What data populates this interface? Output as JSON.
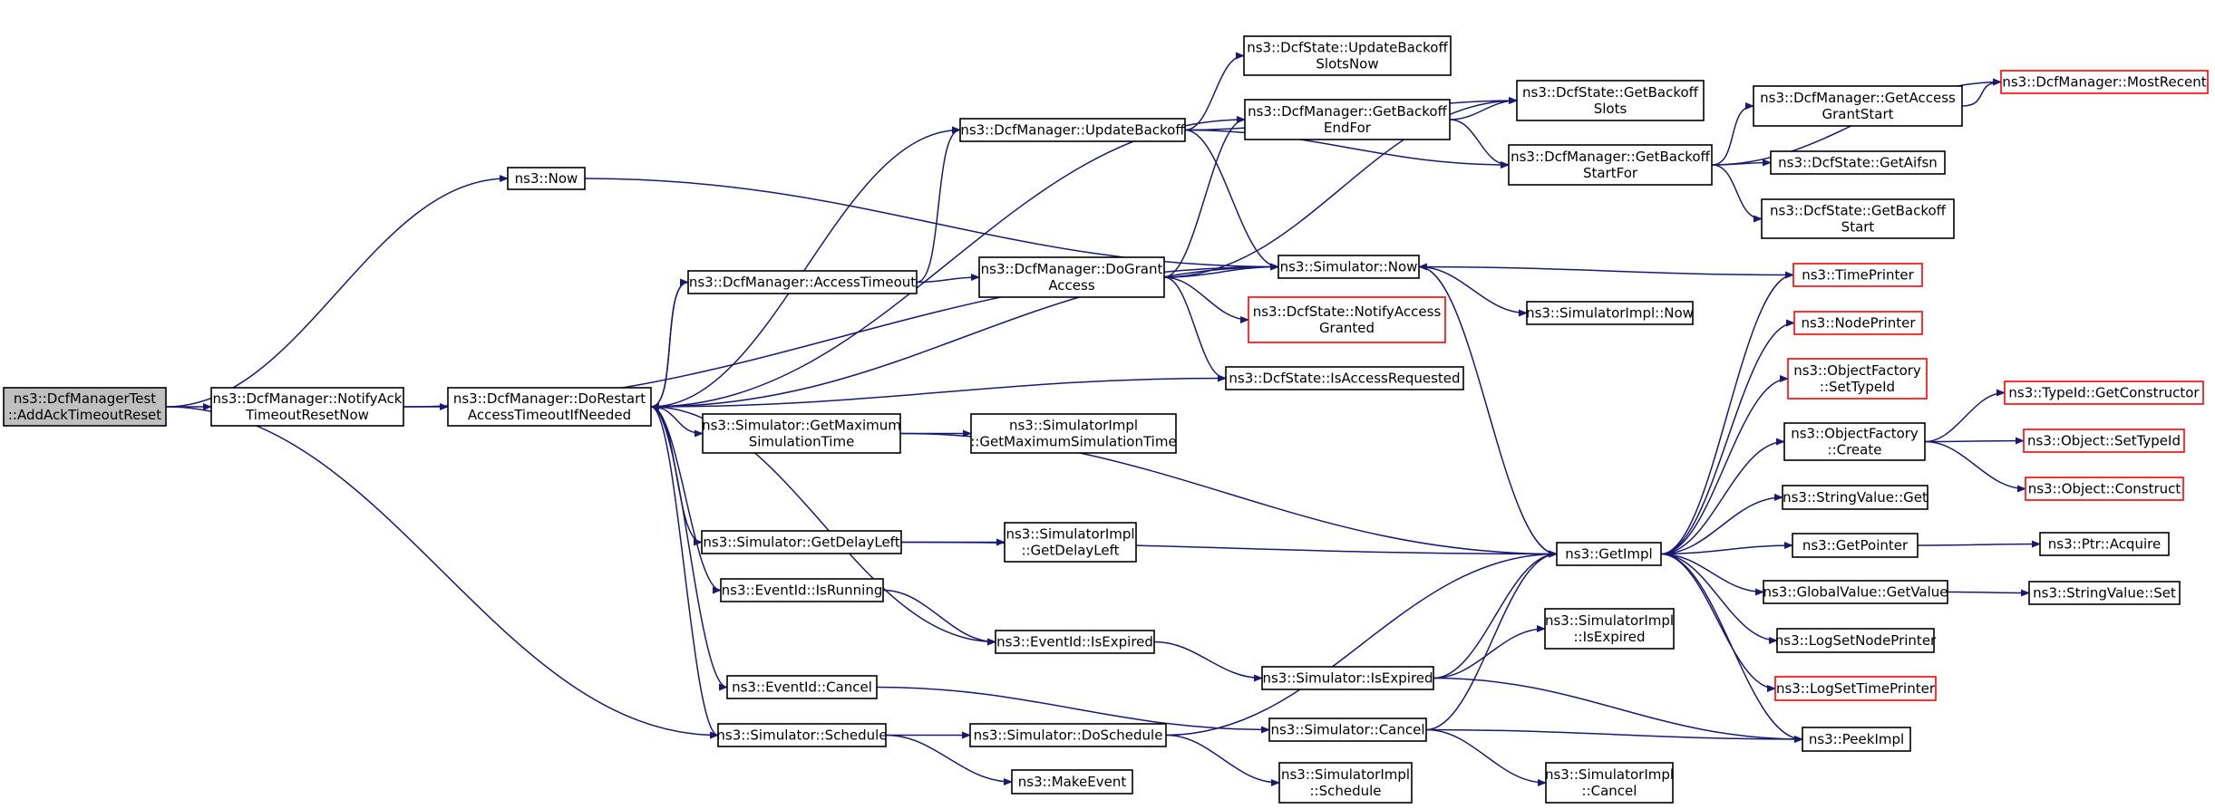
{
  "colors": {
    "edge": "#191970",
    "node_border": "#000000",
    "undocumented_border": "#ff0000",
    "root_fill": "#bfbfbf",
    "background": "#ffffff"
  },
  "nodes": {
    "root": {
      "lines": [
        "ns3::DcfManagerTest",
        "::AddAckTimeoutReset"
      ],
      "style": "root"
    },
    "notifyAck": {
      "lines": [
        "ns3::DcfManager::NotifyAck",
        "TimeoutResetNow"
      ],
      "style": "normal"
    },
    "doRestart": {
      "lines": [
        "ns3::DcfManager::DoRestart",
        "AccessTimeoutIfNeeded"
      ],
      "style": "normal"
    },
    "now": {
      "lines": [
        "ns3::Now"
      ],
      "style": "normal"
    },
    "accessTimeout": {
      "lines": [
        "ns3::DcfManager::AccessTimeout"
      ],
      "style": "normal"
    },
    "updateBackoff": {
      "lines": [
        "ns3::DcfManager::UpdateBackoff"
      ],
      "style": "normal"
    },
    "doGrant": {
      "lines": [
        "ns3::DcfManager::DoGrant",
        "Access"
      ],
      "style": "normal"
    },
    "getMaxSim": {
      "lines": [
        "ns3::Simulator::GetMaximum",
        "SimulationTime"
      ],
      "style": "normal"
    },
    "implGetMax": {
      "lines": [
        "ns3::SimulatorImpl",
        "::GetMaximumSimulationTime"
      ],
      "style": "normal"
    },
    "getDelayLeft": {
      "lines": [
        "ns3::Simulator::GetDelayLeft"
      ],
      "style": "normal"
    },
    "implGetDelay": {
      "lines": [
        "ns3::SimulatorImpl",
        "::GetDelayLeft"
      ],
      "style": "normal"
    },
    "isRunning": {
      "lines": [
        "ns3::EventId::IsRunning"
      ],
      "style": "normal"
    },
    "isExpired": {
      "lines": [
        "ns3::EventId::IsExpired"
      ],
      "style": "normal"
    },
    "eventCancel": {
      "lines": [
        "ns3::EventId::Cancel"
      ],
      "style": "normal"
    },
    "schedule": {
      "lines": [
        "ns3::Simulator::Schedule"
      ],
      "style": "normal"
    },
    "doSchedule": {
      "lines": [
        "ns3::Simulator::DoSchedule"
      ],
      "style": "normal"
    },
    "makeEvent": {
      "lines": [
        "ns3::MakeEvent"
      ],
      "style": "normal"
    },
    "dsUpdate": {
      "lines": [
        "ns3::DcfState::UpdateBackoff",
        "SlotsNow"
      ],
      "style": "normal"
    },
    "getBackoffEnd": {
      "lines": [
        "ns3::DcfManager::GetBackoff",
        "EndFor"
      ],
      "style": "normal"
    },
    "dsGetSlots": {
      "lines": [
        "ns3::DcfState::GetBackoff",
        "Slots"
      ],
      "style": "normal"
    },
    "getBackoffStart": {
      "lines": [
        "ns3::DcfManager::GetBackoff",
        "StartFor"
      ],
      "style": "normal"
    },
    "getAccessGrant": {
      "lines": [
        "ns3::DcfManager::GetAccess",
        "GrantStart"
      ],
      "style": "normal"
    },
    "mostRecent": {
      "lines": [
        "ns3::DcfManager::MostRecent"
      ],
      "style": "red"
    },
    "getAifsn": {
      "lines": [
        "ns3::DcfState::GetAifsn"
      ],
      "style": "normal"
    },
    "dsBackoffStart": {
      "lines": [
        "ns3::DcfState::GetBackoff",
        "Start"
      ],
      "style": "normal"
    },
    "simNow": {
      "lines": [
        "ns3::Simulator::Now"
      ],
      "style": "normal"
    },
    "implNow": {
      "lines": [
        "ns3::SimulatorImpl::Now"
      ],
      "style": "normal"
    },
    "notifyAccess": {
      "lines": [
        "ns3::DcfState::NotifyAccess",
        "Granted"
      ],
      "style": "red"
    },
    "isAccessReq": {
      "lines": [
        "ns3::DcfState::IsAccessRequested"
      ],
      "style": "normal"
    },
    "timePrinter": {
      "lines": [
        "ns3::TimePrinter"
      ],
      "style": "red"
    },
    "nodePrinter": {
      "lines": [
        "ns3::NodePrinter"
      ],
      "style": "red"
    },
    "ofSetTypeId": {
      "lines": [
        "ns3::ObjectFactory",
        "::SetTypeId"
      ],
      "style": "red"
    },
    "ofCreate": {
      "lines": [
        "ns3::ObjectFactory",
        "::Create"
      ],
      "style": "normal"
    },
    "getCtor": {
      "lines": [
        "ns3::TypeId::GetConstructor"
      ],
      "style": "red"
    },
    "objSetTypeId": {
      "lines": [
        "ns3::Object::SetTypeId"
      ],
      "style": "red"
    },
    "objConstruct": {
      "lines": [
        "ns3::Object::Construct"
      ],
      "style": "red"
    },
    "strGet": {
      "lines": [
        "ns3::StringValue::Get"
      ],
      "style": "normal"
    },
    "getImpl": {
      "lines": [
        "ns3::GetImpl"
      ],
      "style": "normal"
    },
    "getPointer": {
      "lines": [
        "ns3::GetPointer"
      ],
      "style": "normal"
    },
    "ptrAcquire": {
      "lines": [
        "ns3::Ptr::Acquire"
      ],
      "style": "normal"
    },
    "gvGetValue": {
      "lines": [
        "ns3::GlobalValue::GetValue"
      ],
      "style": "normal"
    },
    "strSet": {
      "lines": [
        "ns3::StringValue::Set"
      ],
      "style": "normal"
    },
    "logNode": {
      "lines": [
        "ns3::LogSetNodePrinter"
      ],
      "style": "normal"
    },
    "logTime": {
      "lines": [
        "ns3::LogSetTimePrinter"
      ],
      "style": "red"
    },
    "implIsExpired": {
      "lines": [
        "ns3::SimulatorImpl",
        "::IsExpired"
      ],
      "style": "normal"
    },
    "simIsExpired": {
      "lines": [
        "ns3::Simulator::IsExpired"
      ],
      "style": "normal"
    },
    "simCancel": {
      "lines": [
        "ns3::Simulator::Cancel"
      ],
      "style": "normal"
    },
    "peekImpl": {
      "lines": [
        "ns3::PeekImpl"
      ],
      "style": "normal"
    },
    "implSchedule": {
      "lines": [
        "ns3::SimulatorImpl",
        "::Schedule"
      ],
      "style": "normal"
    },
    "implCancel": {
      "lines": [
        "ns3::SimulatorImpl",
        "::Cancel"
      ],
      "style": "normal"
    }
  },
  "edges": [
    [
      "root",
      "now"
    ],
    [
      "root",
      "notifyAck"
    ],
    [
      "root",
      "schedule"
    ],
    [
      "notifyAck",
      "doRestart"
    ],
    [
      "notifyAck",
      "simNow"
    ],
    [
      "doRestart",
      "accessTimeout"
    ],
    [
      "doRestart",
      "updateBackoff"
    ],
    [
      "doRestart",
      "getBackoffEnd"
    ],
    [
      "doRestart",
      "simNow"
    ],
    [
      "doRestart",
      "isAccessReq"
    ],
    [
      "doRestart",
      "getMaxSim"
    ],
    [
      "doRestart",
      "getDelayLeft"
    ],
    [
      "doRestart",
      "isRunning"
    ],
    [
      "doRestart",
      "isExpired"
    ],
    [
      "doRestart",
      "eventCancel"
    ],
    [
      "doRestart",
      "schedule"
    ],
    [
      "now",
      "simNow"
    ],
    [
      "accessTimeout",
      "doRestart"
    ],
    [
      "accessTimeout",
      "doGrant"
    ],
    [
      "accessTimeout",
      "updateBackoff"
    ],
    [
      "updateBackoff",
      "dsUpdate"
    ],
    [
      "updateBackoff",
      "getBackoffStart"
    ],
    [
      "updateBackoff",
      "dsGetSlots"
    ],
    [
      "updateBackoff",
      "simNow"
    ],
    [
      "doGrant",
      "getBackoffEnd"
    ],
    [
      "doGrant",
      "simNow"
    ],
    [
      "doGrant",
      "dsGetSlots"
    ],
    [
      "doGrant",
      "notifyAccess"
    ],
    [
      "doGrant",
      "isAccessReq"
    ],
    [
      "getBackoffEnd",
      "dsGetSlots"
    ],
    [
      "getBackoffEnd",
      "getBackoffStart"
    ],
    [
      "getBackoffStart",
      "getAccessGrant"
    ],
    [
      "getBackoffStart",
      "mostRecent"
    ],
    [
      "getBackoffStart",
      "getAifsn"
    ],
    [
      "getBackoffStart",
      "dsBackoffStart"
    ],
    [
      "getAccessGrant",
      "mostRecent"
    ],
    [
      "getMaxSim",
      "implGetMax"
    ],
    [
      "getMaxSim",
      "getImpl"
    ],
    [
      "getDelayLeft",
      "implGetDelay"
    ],
    [
      "getDelayLeft",
      "getImpl"
    ],
    [
      "isRunning",
      "isExpired"
    ],
    [
      "isExpired",
      "simIsExpired"
    ],
    [
      "eventCancel",
      "simCancel"
    ],
    [
      "schedule",
      "doSchedule"
    ],
    [
      "schedule",
      "makeEvent"
    ],
    [
      "doSchedule",
      "getImpl"
    ],
    [
      "doSchedule",
      "implSchedule"
    ],
    [
      "simNow",
      "implNow"
    ],
    [
      "simNow",
      "getImpl"
    ],
    [
      "timePrinter",
      "simNow"
    ],
    [
      "getImpl",
      "timePrinter"
    ],
    [
      "getImpl",
      "nodePrinter"
    ],
    [
      "getImpl",
      "ofSetTypeId"
    ],
    [
      "getImpl",
      "ofCreate"
    ],
    [
      "getImpl",
      "strGet"
    ],
    [
      "getImpl",
      "getPointer"
    ],
    [
      "getImpl",
      "gvGetValue"
    ],
    [
      "getImpl",
      "logNode"
    ],
    [
      "getImpl",
      "logTime"
    ],
    [
      "getImpl",
      "peekImpl"
    ],
    [
      "ofCreate",
      "getCtor"
    ],
    [
      "ofCreate",
      "objSetTypeId"
    ],
    [
      "ofCreate",
      "objConstruct"
    ],
    [
      "getPointer",
      "ptrAcquire"
    ],
    [
      "gvGetValue",
      "strSet"
    ],
    [
      "simIsExpired",
      "implIsExpired"
    ],
    [
      "simIsExpired",
      "getImpl"
    ],
    [
      "simIsExpired",
      "peekImpl"
    ],
    [
      "simCancel",
      "getImpl"
    ],
    [
      "simCancel",
      "peekImpl"
    ],
    [
      "simCancel",
      "implCancel"
    ]
  ]
}
